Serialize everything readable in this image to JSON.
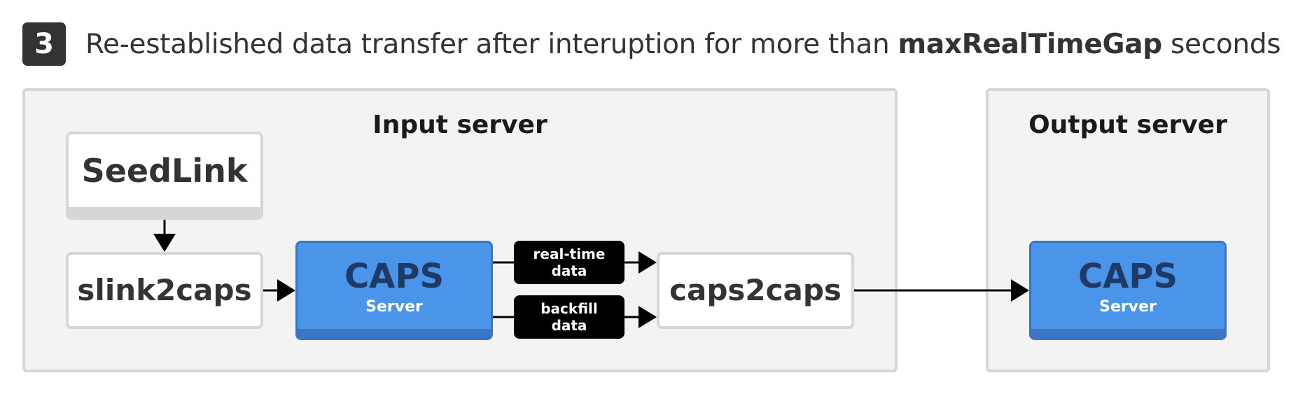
{
  "step": {
    "number": "3",
    "text_before": "Re-established data transfer after interuption for more than",
    "bold_term": "maxRealTimeGap",
    "text_after": "seconds"
  },
  "input_server": {
    "title": "Input server",
    "seedlink": "SeedLink",
    "slink2caps": "slink2caps",
    "caps": {
      "title": "CAPS",
      "subtitle": "Server"
    },
    "realtime_label": [
      "real-time",
      "data"
    ],
    "backfill_label": [
      "backfill",
      "data"
    ],
    "caps2caps": "caps2caps"
  },
  "output_server": {
    "title": "Output server",
    "caps": {
      "title": "CAPS",
      "subtitle": "Server"
    }
  },
  "colors": {
    "caps_blue": "#4a94ea",
    "caps_blue_dark": "#3b76c4",
    "caps_title_text": "#1f3a66",
    "panel_bg": "#f3f3f3",
    "border_gray": "#d6d6d6",
    "badge_bg": "#333333"
  }
}
